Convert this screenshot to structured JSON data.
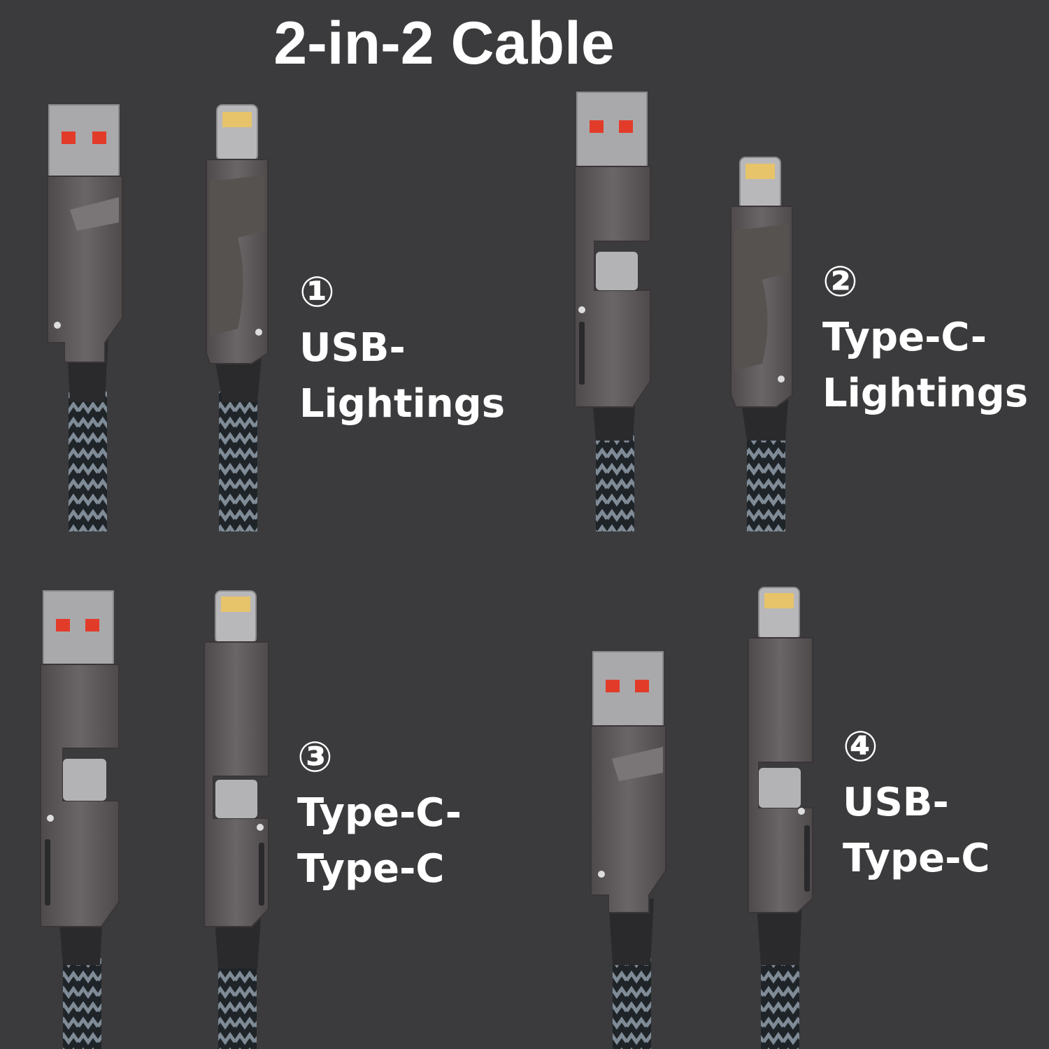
{
  "title": "2-in-2 Cable",
  "variants": [
    {
      "number": "①",
      "line1": "USB-",
      "line2": "Lightings"
    },
    {
      "number": "②",
      "line1": "Type-C-",
      "line2": "Lightings"
    },
    {
      "number": "③",
      "line1": "Type-C-",
      "line2": "Type-C"
    },
    {
      "number": "④",
      "line1": "USB-",
      "line2": "Type-C"
    }
  ],
  "colors": {
    "background": "#3b3b3d",
    "metal": "#5f5b5c",
    "metal_dark": "#4a4647",
    "usb_plug": "#a9a9ab",
    "usb_contact": "#e23b2a",
    "lightning_gold": "#e7c36a",
    "braid_dark": "#1f2428",
    "braid_light": "#7f8b96",
    "text": "#ffffff"
  }
}
